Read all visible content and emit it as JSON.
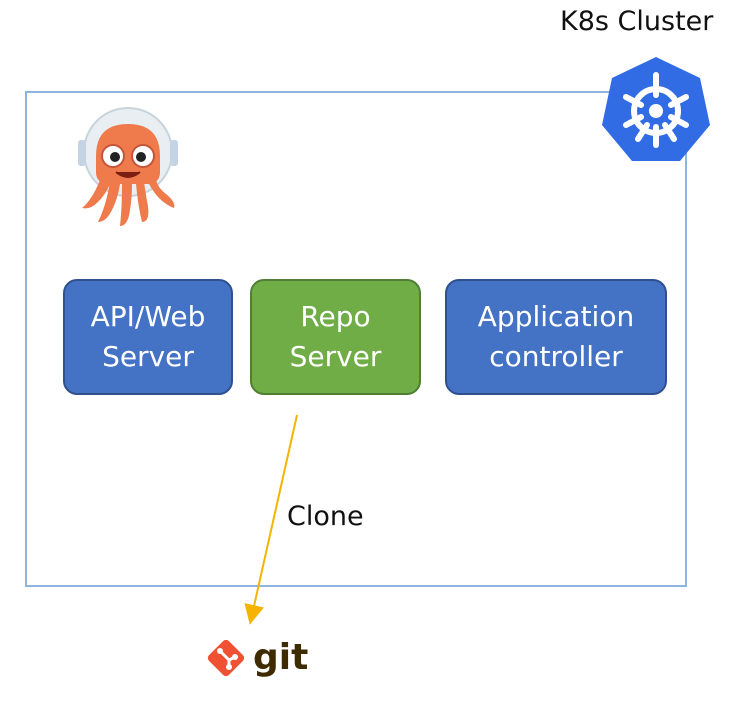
{
  "cluster": {
    "title": "K8s Cluster",
    "logo_icon": "kubernetes-helm-icon",
    "border_color": "#8fb4e0"
  },
  "argo": {
    "logo_icon": "argo-octopus-mascot-icon"
  },
  "components": {
    "api_server": {
      "label": "API/Web\nServer",
      "color": "#4472c4"
    },
    "repo_server": {
      "label": "Repo\nServer",
      "color": "#70ad47"
    },
    "app_controller": {
      "label": "Application\ncontroller",
      "color": "#4472c4"
    }
  },
  "edges": {
    "clone": {
      "label": "Clone",
      "from": "Repo\nServer",
      "to": "git",
      "color": "#f4b400"
    }
  },
  "git": {
    "text": "git",
    "logo_icon": "git-diamond-icon",
    "brand_color": "#f05133"
  }
}
